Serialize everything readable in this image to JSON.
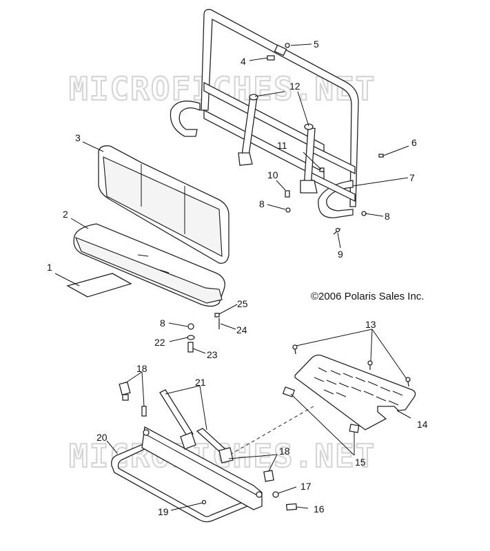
{
  "watermarks": [
    "MICROFICHES.NET",
    "MICROFICHES.NET"
  ],
  "copyright": "©2006 Polaris Sales Inc.",
  "callouts": [
    {
      "id": "1",
      "label": "1"
    },
    {
      "id": "2",
      "label": "2"
    },
    {
      "id": "3",
      "label": "3"
    },
    {
      "id": "4",
      "label": "4"
    },
    {
      "id": "5",
      "label": "5"
    },
    {
      "id": "6",
      "label": "6"
    },
    {
      "id": "7",
      "label": "7"
    },
    {
      "id": "8a",
      "label": "8"
    },
    {
      "id": "8b",
      "label": "8"
    },
    {
      "id": "8c",
      "label": "8"
    },
    {
      "id": "9",
      "label": "9"
    },
    {
      "id": "10",
      "label": "10"
    },
    {
      "id": "11",
      "label": "11"
    },
    {
      "id": "12",
      "label": "12"
    },
    {
      "id": "13",
      "label": "13"
    },
    {
      "id": "14",
      "label": "14"
    },
    {
      "id": "15",
      "label": "15"
    },
    {
      "id": "16",
      "label": "16"
    },
    {
      "id": "17",
      "label": "17"
    },
    {
      "id": "18a",
      "label": "18"
    },
    {
      "id": "18b",
      "label": "18"
    },
    {
      "id": "19",
      "label": "19"
    },
    {
      "id": "20",
      "label": "20"
    },
    {
      "id": "21",
      "label": "21"
    },
    {
      "id": "22",
      "label": "22"
    },
    {
      "id": "23",
      "label": "23"
    },
    {
      "id": "24",
      "label": "24"
    },
    {
      "id": "25",
      "label": "25"
    }
  ]
}
